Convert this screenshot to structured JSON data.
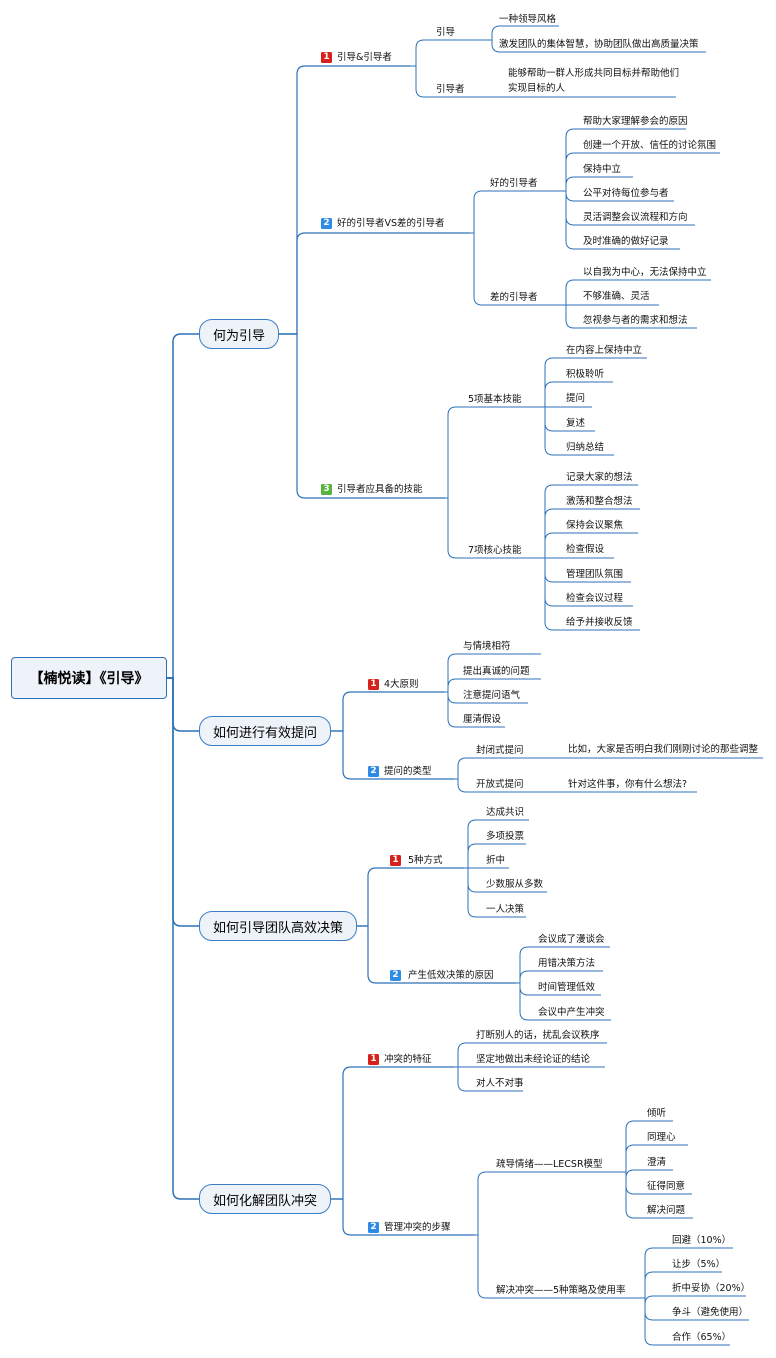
{
  "colors": {
    "line": "#2d72b8",
    "badge_red": "#d9211b",
    "badge_blue": "#2e8be6",
    "badge_green": "#58b43e",
    "node_fill": "#eef3f9"
  },
  "root": "【楠悦读】《引导》",
  "topics": {
    "t1": {
      "title": "何为引导",
      "s1": {
        "num": "1",
        "label": "引导&引导者",
        "a": {
          "label": "引导",
          "items": [
            "一种领导风格",
            "激发团队的集体智慧，协助团队做出高质量决策"
          ]
        },
        "b": {
          "label": "引导者",
          "desc": "能够帮助一群人形成共同目标并帮助他们实现目标的人"
        }
      },
      "s2": {
        "num": "2",
        "label": "好的引导者VS差的引导者",
        "a": {
          "label": "好的引导者",
          "items": [
            "帮助大家理解参会的原因",
            "创建一个开放、信任的讨论氛围",
            "保持中立",
            "公平对待每位参与者",
            "灵活调整会议流程和方向",
            "及时准确的做好记录"
          ]
        },
        "b": {
          "label": "差的引导者",
          "items": [
            "以自我为中心，无法保持中立",
            "不够准确、灵活",
            "忽视参与者的需求和想法"
          ]
        }
      },
      "s3": {
        "num": "3",
        "label": "引导者应具备的技能",
        "a": {
          "label": "5项基本技能",
          "items": [
            "在内容上保持中立",
            "积极聆听",
            "提问",
            "复述",
            "归纳总结"
          ]
        },
        "b": {
          "label": "7项核心技能",
          "items": [
            "记录大家的想法",
            "激荡和整合想法",
            "保持会议聚焦",
            "检查假设",
            "管理团队氛围",
            "检查会议过程",
            "给予并接收反馈"
          ]
        }
      }
    },
    "t2": {
      "title": "如何进行有效提问",
      "s1": {
        "num": "1",
        "label": "4大原则",
        "items": [
          "与情境相符",
          "提出真诚的问题",
          "注意提问语气",
          "厘清假设"
        ]
      },
      "s2": {
        "num": "2",
        "label": "提问的类型",
        "a": {
          "label": "封闭式提问",
          "example": "比如，大家是否明白我们刚刚讨论的那些调整"
        },
        "b": {
          "label": "开放式提问",
          "example": "针对这件事，你有什么想法?"
        }
      }
    },
    "t3": {
      "title": "如何引导团队高效决策",
      "s1": {
        "num": "1",
        "label": "5种方式",
        "items": [
          "达成共识",
          "多项投票",
          "折中",
          "少数服从多数",
          "一人决策"
        ]
      },
      "s2": {
        "num": "2",
        "label": "产生低效决策的原因",
        "items": [
          "会议成了漫谈会",
          "用错决策方法",
          "时间管理低效",
          "会议中产生冲突"
        ]
      }
    },
    "t4": {
      "title": "如何化解团队冲突",
      "s1": {
        "num": "1",
        "label": "冲突的特征",
        "items": [
          "打断别人的话，扰乱会议秩序",
          "坚定地做出未经论证的结论",
          "对人不对事"
        ]
      },
      "s2": {
        "num": "2",
        "label": "管理冲突的步骤",
        "a": {
          "label": "疏导情绪——LECSR模型",
          "items": [
            "倾听",
            "同理心",
            "澄清",
            "征得同意",
            "解决问题"
          ]
        },
        "b": {
          "label": "解决冲突——5种策略及使用率",
          "items": [
            "回避（10%）",
            "让步（5%）",
            "折中妥协（20%）",
            "争斗（避免使用）",
            "合作（65%）"
          ]
        }
      }
    }
  }
}
